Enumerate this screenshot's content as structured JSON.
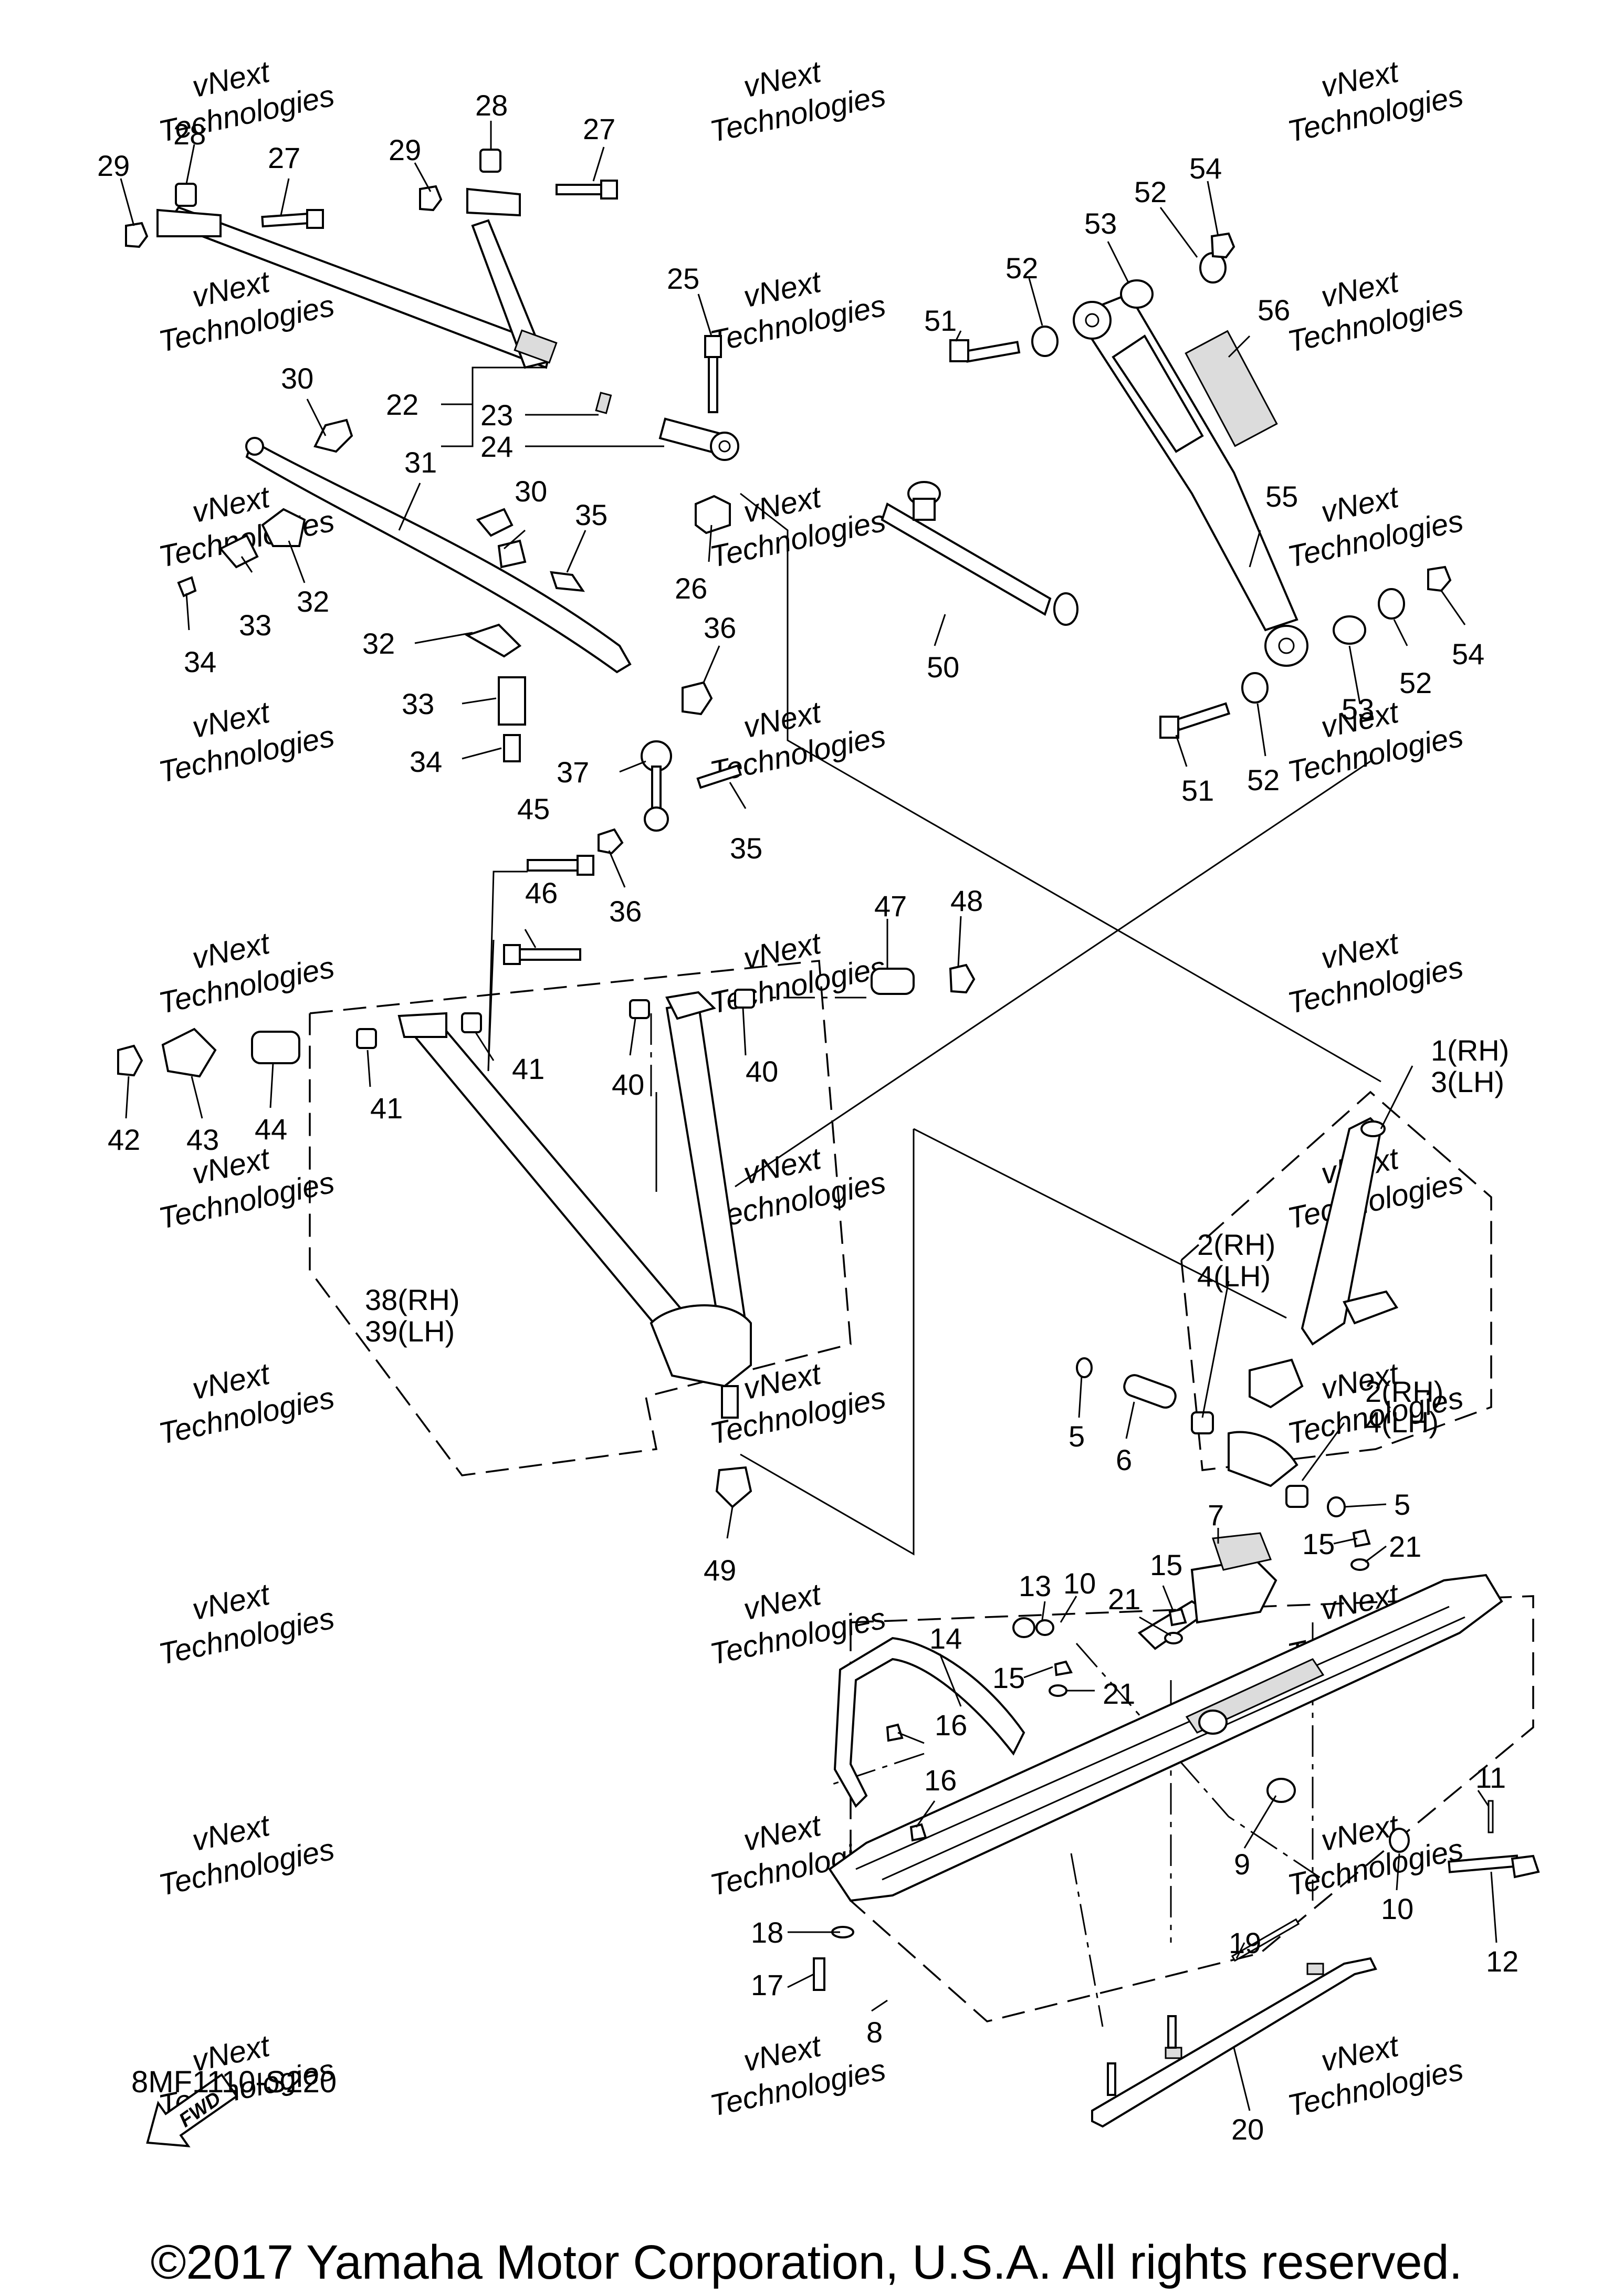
{
  "diagram": {
    "drawing_code": "8MF1110-S220",
    "copyright": "©2017 Yamaha Motor Corporation, U.S.A. All rights reserved.",
    "fwd_label": "FWD",
    "watermark": [
      "vNext",
      "Technologies"
    ],
    "callouts": {
      "c1": "1(RH)",
      "c3": "3(LH)",
      "c2a": "2(RH)",
      "c4a": "4(LH)",
      "c2b": "2(RH)",
      "c4b": "4(LH)",
      "c5a": "5",
      "c5b": "5",
      "c6": "6",
      "c7": "7",
      "c8": "8",
      "c9": "9",
      "c10a": "10",
      "c10b": "10",
      "c11": "11",
      "c12": "12",
      "c13": "13",
      "c14": "14",
      "c15a": "15",
      "c15b": "15",
      "c15c": "15",
      "c16a": "16",
      "c16b": "16",
      "c17": "17",
      "c18": "18",
      "c19": "19",
      "c20": "20",
      "c21a": "21",
      "c21b": "21",
      "c21c": "21",
      "c22": "22",
      "c23": "23",
      "c24": "24",
      "c25": "25",
      "c26": "26",
      "c27a": "27",
      "c27b": "27",
      "c28a": "28",
      "c28b": "28",
      "c29a": "29",
      "c29b": "29",
      "c30a": "30",
      "c30b": "30",
      "c31": "31",
      "c32a": "32",
      "c32b": "32",
      "c33a": "33",
      "c33b": "33",
      "c34a": "34",
      "c34b": "34",
      "c35a": "35",
      "c35b": "35",
      "c36a": "36",
      "c36b": "36",
      "c37": "37",
      "c38": "38(RH)",
      "c39": "39(LH)",
      "c40a": "40",
      "c40b": "40",
      "c41a": "41",
      "c41b": "41",
      "c42": "42",
      "c43": "43",
      "c44": "44",
      "c45": "45",
      "c46": "46",
      "c47": "47",
      "c48": "48",
      "c49": "49",
      "c50": "50",
      "c51a": "51",
      "c51b": "51",
      "c52a": "52",
      "c52b": "52",
      "c52c": "52",
      "c52d": "52",
      "c53a": "53",
      "c53b": "53",
      "c54a": "54",
      "c54b": "54",
      "c55": "55",
      "c56": "56"
    }
  }
}
